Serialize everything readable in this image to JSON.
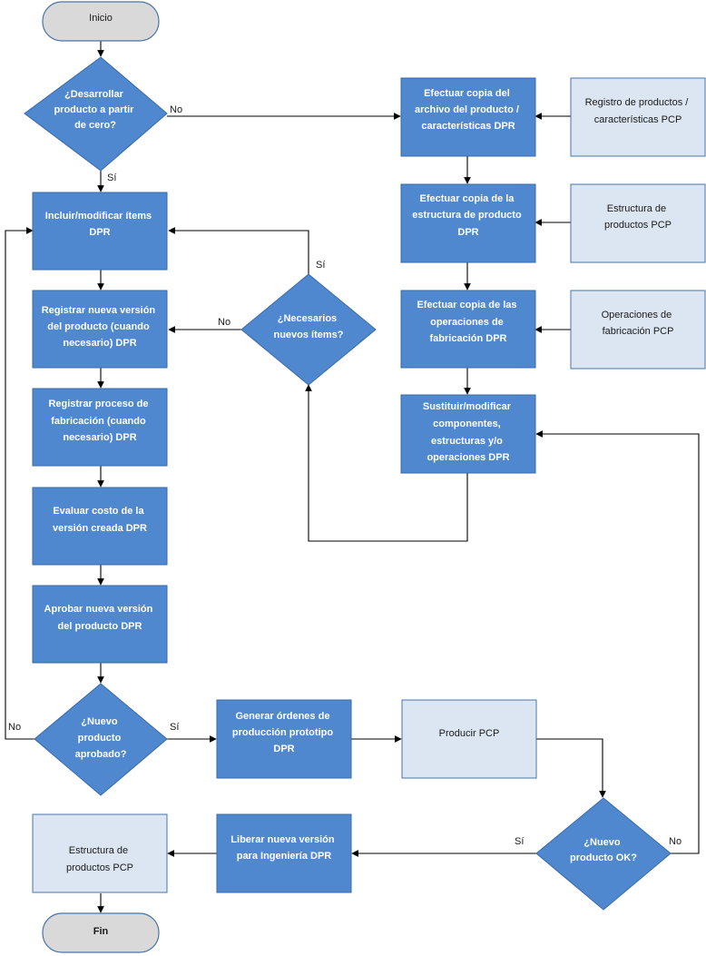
{
  "colors": {
    "process_fill": "#4f88cf",
    "process_border": "#3a6aa8",
    "pcp_fill": "#dce6f2",
    "pcp_border": "#4a74a8",
    "terminal_fill": "#d9d9d9",
    "terminal_border": "#4a74a8",
    "line": "#000000"
  },
  "nodes": {
    "inicio": {
      "lines": [
        "Inicio"
      ]
    },
    "d_desarrollar": {
      "lines": [
        "¿Desarrollar",
        "producto a partir",
        "de cero?"
      ]
    },
    "incluir": {
      "lines": [
        "Incluir/modificar ítems",
        "DPR"
      ]
    },
    "registrar_version": {
      "lines": [
        "Registrar nueva versión",
        "del producto (cuando",
        "necesario) DPR"
      ]
    },
    "registrar_proceso": {
      "lines": [
        "Registrar proceso de",
        "fabricación (cuando",
        "necesario) DPR"
      ]
    },
    "evaluar": {
      "lines": [
        "Evaluar costo de la",
        "versión creada DPR"
      ]
    },
    "aprobar": {
      "lines": [
        "Aprobar nueva versión",
        "del producto DPR"
      ]
    },
    "d_nuevo_aprobado": {
      "lines": [
        "¿Nuevo",
        "producto",
        "aprobado?"
      ]
    },
    "generar": {
      "lines": [
        "Generar órdenes de",
        "producción prototipo",
        "DPR"
      ]
    },
    "producir": {
      "lines": [
        "Producir PCP"
      ]
    },
    "d_nuevo_ok": {
      "lines": [
        "¿Nuevo",
        "producto OK?"
      ]
    },
    "liberar": {
      "lines": [
        "Liberar nueva versión",
        "para Ingeniería DPR"
      ]
    },
    "estructura_final": {
      "lines": [
        "Estructura de",
        "productos PCP"
      ]
    },
    "fin": {
      "lines": [
        "Fin"
      ]
    },
    "d_necesarios": {
      "lines": [
        "¿Necesarios",
        "nuevos ítems?"
      ]
    },
    "copia_archivo": {
      "lines": [
        "Efectuar copia del",
        "archivo del producto /",
        "características DPR"
      ]
    },
    "copia_estructura": {
      "lines": [
        "Efectuar copia de la",
        "estructura de producto",
        "DPR"
      ]
    },
    "copia_operaciones": {
      "lines": [
        "Efectuar copia de las",
        "operaciones de",
        "fabricación DPR"
      ]
    },
    "sustituir": {
      "lines": [
        "Sustituir/modificar",
        "componentes,",
        "estructuras y/o",
        "operaciones DPR"
      ]
    },
    "registro_pcp": {
      "lines": [
        "Registro de productos /",
        "características PCP"
      ]
    },
    "estructura_pcp": {
      "lines": [
        "Estructura de",
        "productos PCP"
      ]
    },
    "operaciones_pcp": {
      "lines": [
        "Operaciones de",
        "fabricación PCP"
      ]
    }
  },
  "edge_labels": {
    "no_desarrollar": "No",
    "si_desarrollar": "Sí",
    "si_necesarios": "Sí",
    "no_necesarios": "No",
    "no_aprobado": "No",
    "si_aprobado": "Sí",
    "si_ok": "Sí",
    "no_ok": "No"
  }
}
